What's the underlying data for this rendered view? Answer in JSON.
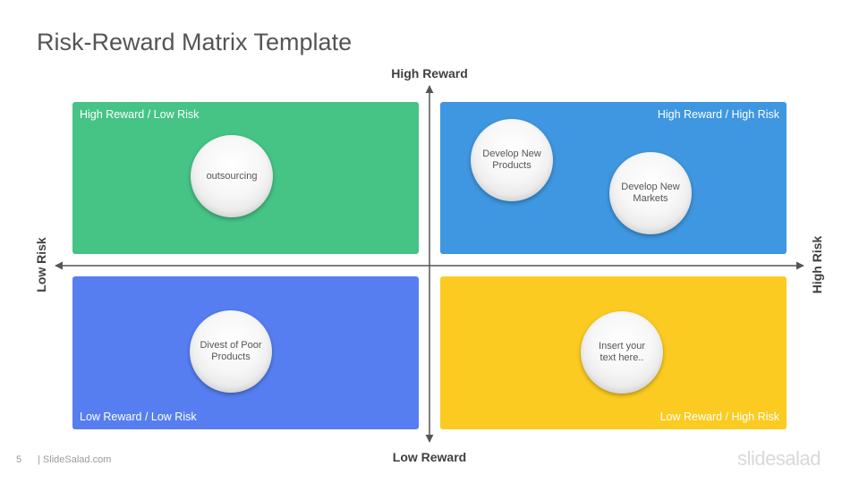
{
  "title": "Risk-Reward Matrix Template",
  "axes": {
    "top": "High Reward",
    "bottom": "Low Reward",
    "left": "Low Risk",
    "right": "High Risk"
  },
  "quadrants": {
    "top_left": {
      "label": "High Reward / Low Risk",
      "color": "#45c486"
    },
    "top_right": {
      "label": "High Reward / High Risk",
      "color": "#3e97e0"
    },
    "bottom_left": {
      "label": "Low Reward / Low Risk",
      "color": "#567ef0"
    },
    "bottom_right": {
      "label": "Low Reward / High Risk",
      "color": "#fccb21"
    }
  },
  "bubbles": {
    "b1": "outsourcing",
    "b2": "Develop New\nProducts",
    "b3": "Develop New\nMarkets",
    "b4": "Divest of Poor\nProducts",
    "b5": "Insert your\ntext here.."
  },
  "footer": {
    "page_number": "5",
    "site": "| SlideSalad.com",
    "brand": "slidesalad"
  },
  "colors": {
    "axis": "#555555",
    "title": "#555555"
  }
}
